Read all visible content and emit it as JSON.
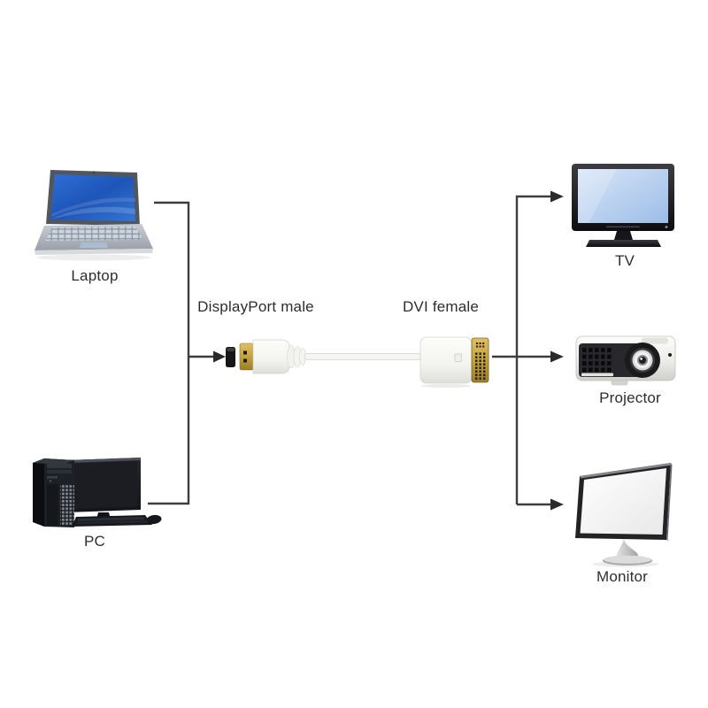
{
  "labels": {
    "laptop": "Laptop",
    "pc": "PC",
    "tv": "TV",
    "projector": "Projector",
    "monitor": "Monitor",
    "adapter_left": "DisplayPort male",
    "adapter_right": "DVI female"
  },
  "images": {
    "laptop": "laptop-image",
    "pc": "desktop-pc-image",
    "tv": "tv-image",
    "projector": "projector-image",
    "monitor": "monitor-image",
    "adapter": "displayport-to-dvi-adapter-image"
  },
  "colors": {
    "background": "#ffffff",
    "connector_line": "#3d3d3d",
    "arrowhead": "#2a2a2a",
    "label_text": "#2d2d2d",
    "laptop_screen_blue": "#2e6fd6",
    "tv_screen_blue": "#b9d3ef",
    "connector_gold": "#c3a23f",
    "adapter_body_white": "#f3f3ef",
    "device_dark": "#1b1d22"
  }
}
